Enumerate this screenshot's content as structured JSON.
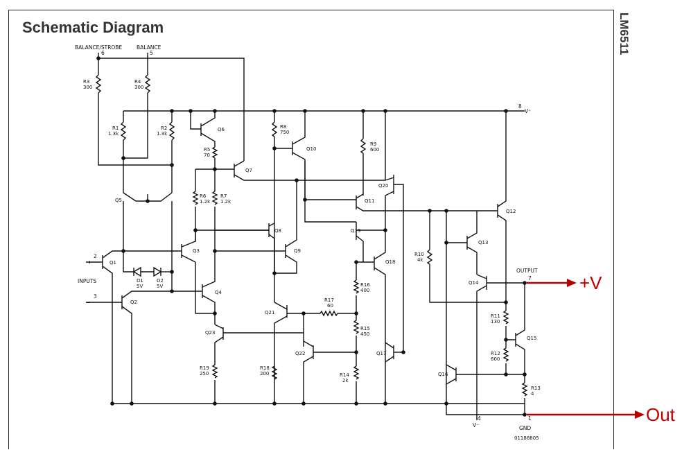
{
  "title": "Schematic Diagram",
  "side_label": "LM6511",
  "figure_id": "01188805",
  "pins": {
    "balance_strobe": "BALANCE/STROBE",
    "balance_strobe_num": "6",
    "balance": "BALANCE",
    "balance_num": "5",
    "vplus": "V⁺",
    "vplus_num": "8",
    "output": "OUTPUT",
    "output_num": "7",
    "gnd": "GND",
    "gnd_num": "1",
    "vminus": "V⁻",
    "vminus_num": "4",
    "inputs": "INPUTS",
    "in_plus_num": "2",
    "in_minus_num": "3",
    "plus_sign": "+",
    "minus_sign": "−"
  },
  "resistors": [
    {
      "id": "R3",
      "value": "300"
    },
    {
      "id": "R4",
      "value": "300"
    },
    {
      "id": "R1",
      "value": "1.3k"
    },
    {
      "id": "R2",
      "value": "1.3k"
    },
    {
      "id": "R5",
      "value": "70"
    },
    {
      "id": "R6",
      "value": "1.2k"
    },
    {
      "id": "R7",
      "value": "1.2k"
    },
    {
      "id": "R8",
      "value": "750"
    },
    {
      "id": "R9",
      "value": "600"
    },
    {
      "id": "R10",
      "value": "4k"
    },
    {
      "id": "R11",
      "value": "130"
    },
    {
      "id": "R12",
      "value": "600"
    },
    {
      "id": "R13",
      "value": "4"
    },
    {
      "id": "R14",
      "value": "2k"
    },
    {
      "id": "R15",
      "value": "450"
    },
    {
      "id": "R16",
      "value": "400"
    },
    {
      "id": "R17",
      "value": "60"
    },
    {
      "id": "R18",
      "value": "200"
    },
    {
      "id": "R19",
      "value": "250"
    }
  ],
  "transistors": [
    "Q1",
    "Q2",
    "Q3",
    "Q4",
    "Q5",
    "Q6",
    "Q7",
    "Q8",
    "Q9",
    "Q10",
    "Q11",
    "Q12",
    "Q13",
    "Q14",
    "Q15",
    "Q16",
    "Q17",
    "Q18",
    "Q19",
    "Q20",
    "Q21",
    "Q22",
    "Q23"
  ],
  "diodes": [
    {
      "id": "D1",
      "value": "5V"
    },
    {
      "id": "D2",
      "value": "5V"
    }
  ],
  "annotations": {
    "plus_v": "+V",
    "out": "Out",
    "annotation_color": "#c00000"
  }
}
